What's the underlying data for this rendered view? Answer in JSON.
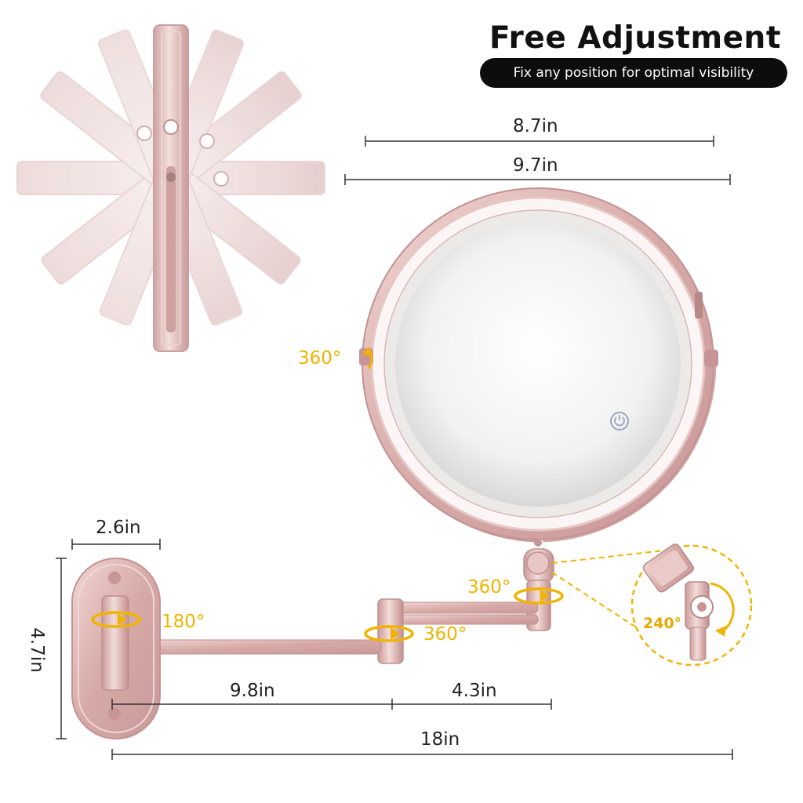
{
  "header": {
    "title": "Free Adjustment",
    "subtitle": "Fix any position for optimal visibility"
  },
  "dimensions": {
    "mirror_inner": "8.7in",
    "mirror_outer": "9.7in",
    "base_width": "2.6in",
    "base_height": "4.7in",
    "arm_long": "9.8in",
    "arm_short": "4.3in",
    "total_reach": "18in"
  },
  "rotations": {
    "mirror_tilt": "360°",
    "neck_swivel": "360°",
    "middle_joint": "360°",
    "base_joint": "180°",
    "neck_detail": "240°"
  },
  "colors": {
    "rose_gold": "#d9aeae",
    "rose_gold_dark": "#c49292",
    "accent_yellow": "#f0b400",
    "pill_bg": "#0d0d0d"
  },
  "icons": {
    "touch_button": "power-icon"
  }
}
